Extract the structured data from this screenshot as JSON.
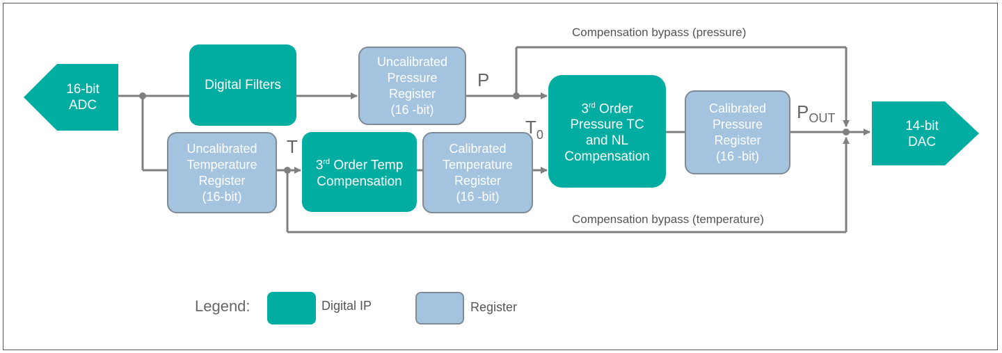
{
  "adc": {
    "line1": "16-bit",
    "line2": "ADC"
  },
  "dac": {
    "line1": "14-bit",
    "line2": "DAC"
  },
  "digital_filters": "Digital Filters",
  "uncal_pressure": {
    "l1": "Uncalibrated",
    "l2": "Pressure",
    "l3": "Register",
    "l4": "(16 -bit)"
  },
  "uncal_temp": {
    "l1": "Uncalibrated",
    "l2": "Temperature",
    "l3": "Register",
    "l4": "(16-bit)"
  },
  "temp_comp": {
    "sup": "rd",
    "pre": "3",
    "l1": " Order Temp",
    "l2": "Compensation"
  },
  "cal_temp": {
    "l1": "Calibrated",
    "l2": "Temperature",
    "l3": "Register",
    "l4": "(16 -bit)"
  },
  "pressure_comp": {
    "pre": "3",
    "sup": "rd",
    "l1": " Order",
    "l2": "Pressure TC",
    "l3": "and NL",
    "l4": "Compensation"
  },
  "cal_pressure": {
    "l1": "Calibrated",
    "l2": "Pressure",
    "l3": "Register",
    "l4": "(16 -bit)"
  },
  "signals": {
    "p": "P",
    "t": "T",
    "t0_main": "T",
    "t0_sub": "0",
    "pout_main": "P",
    "pout_sub": "OUT"
  },
  "bypass_pressure": "Compensation bypass (pressure)",
  "bypass_temperature": "Compensation bypass (temperature)",
  "legend": {
    "title": "Legend:",
    "ip": "Digital IP",
    "reg": "Register"
  },
  "colors": {
    "digital_ip": "#00ada0",
    "register": "#a3c3df",
    "lines": "#7f7f7f"
  }
}
